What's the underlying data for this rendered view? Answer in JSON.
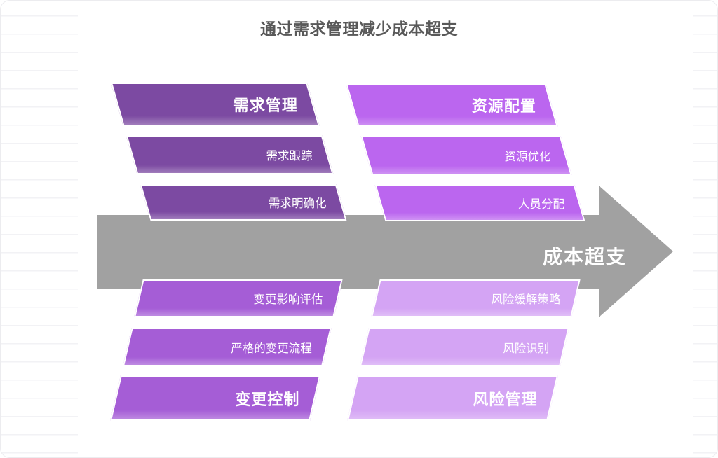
{
  "title": "通过需求管理减少成本超支",
  "arrow": {
    "label": "成本超支",
    "color": "#a1a1a1"
  },
  "groups": [
    {
      "header": "需求管理",
      "items": [
        "需求跟踪",
        "需求明确化"
      ],
      "color": "#7c4aa2"
    },
    {
      "header": "资源配置",
      "items": [
        "资源优化",
        "人员分配"
      ],
      "color": "#bb66ef"
    },
    {
      "header": "变更控制",
      "items": [
        "变更影响评估",
        "严格的变更流程"
      ],
      "color": "#a55dd6"
    },
    {
      "header": "风险管理",
      "items": [
        "风险缓解策略",
        "风险识别"
      ],
      "color": "#d4a4f4"
    }
  ],
  "colors": {
    "title_text": "#595959",
    "bar_text": "#ffffff",
    "margin_line": "#f2f2f5",
    "canvas": "#ffffff"
  }
}
